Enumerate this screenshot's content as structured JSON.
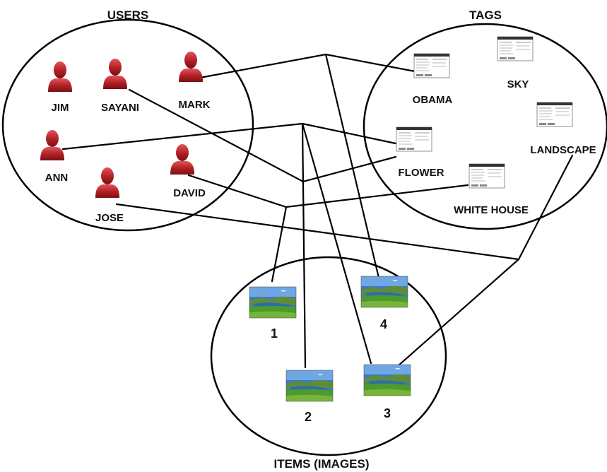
{
  "groups": {
    "users": "USERS",
    "tags": "TAGS",
    "items": "ITEMS (IMAGES)"
  },
  "users": [
    "JIM",
    "SAYANI",
    "MARK",
    "ANN",
    "DAVID",
    "JOSE"
  ],
  "tags": [
    "OBAMA",
    "SKY",
    "LANDSCAPE",
    "FLOWER",
    "WHITE HOUSE"
  ],
  "items": [
    "1",
    "2",
    "3",
    "4"
  ],
  "colors": {
    "user_icon": "#b01f24",
    "line": "#000000",
    "photo_sky": "#3a78c8",
    "photo_grass": "#4d9a2e"
  },
  "icons": {
    "user": "user-silhouette-icon",
    "tag": "document-thumbnail-icon",
    "item": "landscape-photo-icon"
  }
}
